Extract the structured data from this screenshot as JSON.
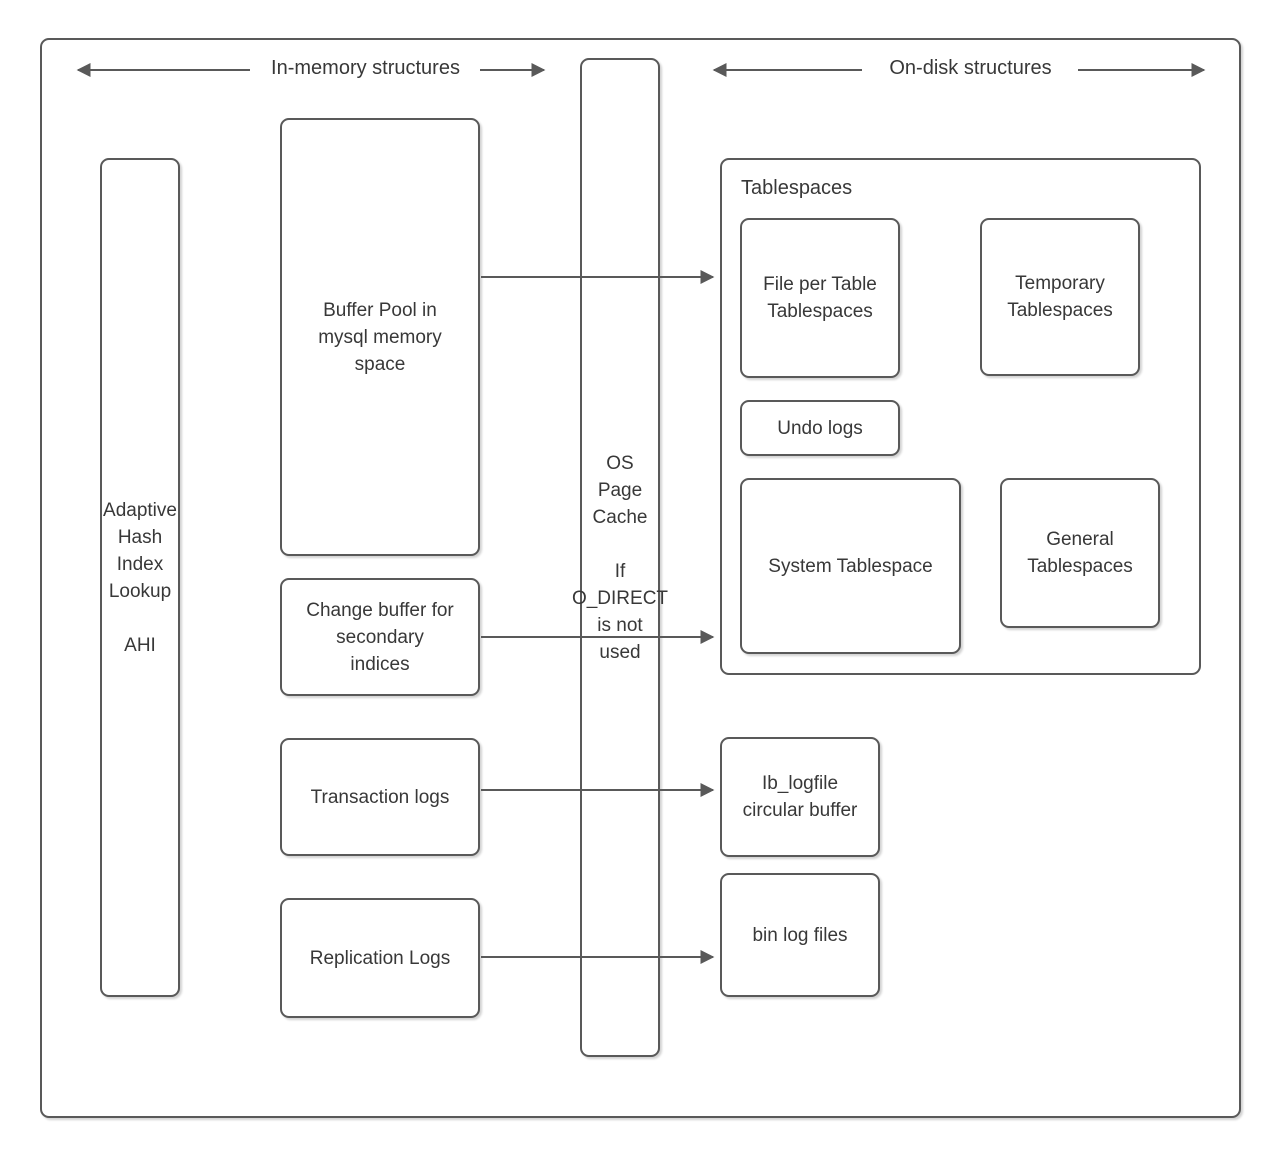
{
  "diagram": {
    "headers": {
      "in_memory_label": "In-memory structures",
      "on_disk_label": "On-disk structures"
    },
    "in_memory": {
      "adaptive_hash_index": "Adaptive\nHash\nIndex\nLookup\n\nAHI",
      "buffer_pool": "Buffer Pool in\nmysql memory\nspace",
      "change_buffer": "Change buffer for\nsecondary\nindices",
      "transaction_logs": "Transaction logs",
      "replication_logs": "Replication Logs"
    },
    "os_page_cache": "OS\nPage\nCache\n\nIf\nO_DIRECT\nis not\nused",
    "on_disk": {
      "tablespaces_label": "Tablespaces",
      "file_per_table": "File per Table\nTablespaces",
      "temporary_tablespaces": "Temporary\nTablespaces",
      "undo_logs": "Undo logs",
      "system_tablespace": "System Tablespace",
      "general_tablespaces": "General\nTablespaces",
      "ib_logfile": "Ib_logfile\ncircular buffer",
      "bin_log_files": "bin log files"
    },
    "colors": {
      "stroke": "#595959",
      "text": "#383838",
      "background": "#ffffff"
    }
  }
}
